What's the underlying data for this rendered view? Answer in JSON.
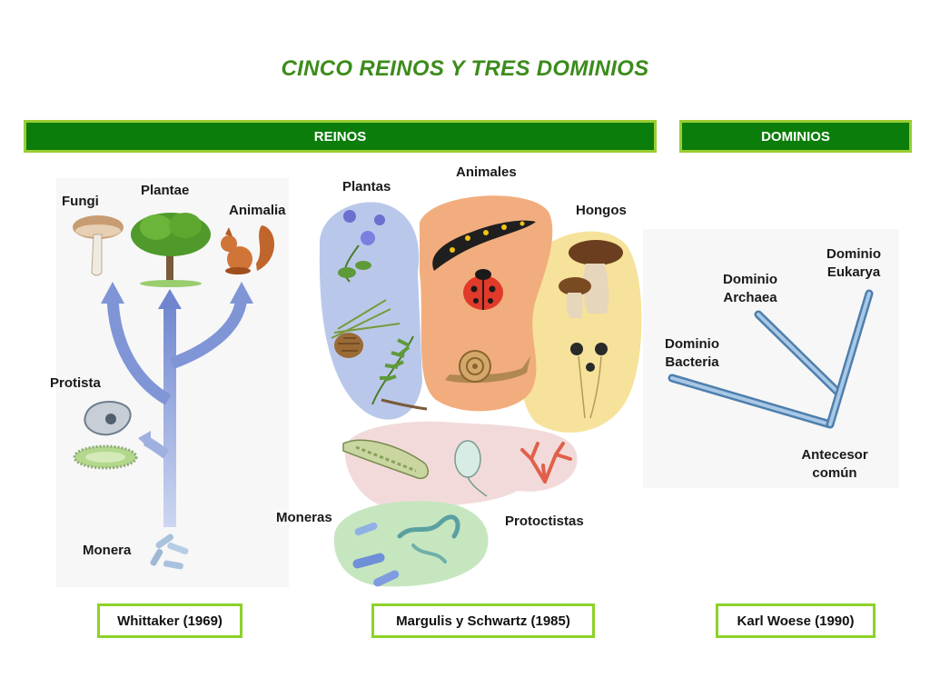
{
  "title": "CINCO REINOS Y TRES DOMINIOS",
  "headers": {
    "reinos": "REINOS",
    "dominios": "DOMINIOS"
  },
  "whittaker": {
    "labels": {
      "fungi": "Fungi",
      "plantae": "Plantae",
      "animalia": "Animalia",
      "protista": "Protista",
      "monera": "Monera"
    },
    "citation": "Whittaker (1969)"
  },
  "margulis": {
    "labels": {
      "plantas": "Plantas",
      "animales": "Animales",
      "hongos": "Hongos",
      "moneras": "Moneras",
      "protoctistas": "Protoctistas"
    },
    "citation": "Margulis y Schwartz (1985)"
  },
  "woese": {
    "labels": {
      "eukarya_1": "Dominio",
      "eukarya_2": "Eukarya",
      "archaea_1": "Dominio",
      "archaea_2": "Archaea",
      "bacteria_1": "Dominio",
      "bacteria_2": "Bacteria",
      "ancestor_1": "Antecesor",
      "ancestor_2": "común"
    },
    "citation": "Karl Woese (1990)"
  },
  "colors": {
    "title": "#3c8c1c",
    "header_fill": "#0b7d0b",
    "header_border": "#9acd32",
    "tree_branch": "#7f95d6",
    "blob_plants": "#b9c8ea",
    "blob_animals": "#f2ad7e",
    "blob_fungi": "#f6e29a",
    "blob_protists": "#f3dada",
    "blob_monera": "#c6e6c0",
    "woese_branch": "#7aa6cf"
  }
}
